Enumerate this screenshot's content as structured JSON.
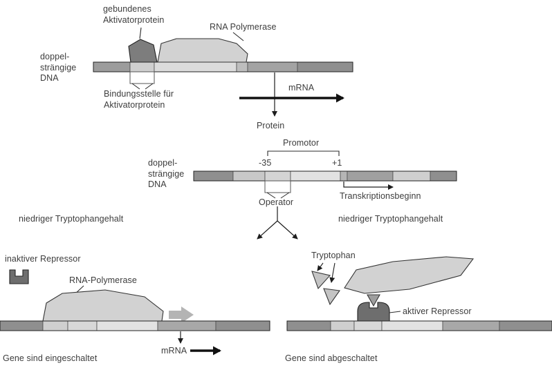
{
  "colors": {
    "dna_dark": "#8f8f8f",
    "dna_medium": "#a8a8a8",
    "dna_light": "#e2e2e2",
    "protein_fill": "#d2d2d2",
    "repressor_fill": "#6e6e6e",
    "arrow_gray": "#b4b4b4",
    "text": "#3c3c3c"
  },
  "top": {
    "activator_label": "gebundenes\nAktivatorprotein",
    "polymerase_label": "RNA Polymerase",
    "dna_label": "doppel-\nsträngige\nDNA",
    "binding_site_label": "Bindungsstelle für\nAktivatorprotein",
    "mrna_label": "mRNA",
    "protein_label": "Protein"
  },
  "middle": {
    "promoter_label": "Promotor",
    "dna_label": "doppel-\nsträngige\nDNA",
    "minus35_label": "-35",
    "plus1_label": "+1",
    "operator_label": "Operator",
    "transcription_start_label": "Transkriptionsbeginn"
  },
  "left_scenario": {
    "condition_label": "niedriger Tryptophangehalt",
    "inactive_repressor_label": "inaktiver Repressor",
    "polymerase_label": "RNA-Polymerase",
    "mrna_label": "mRNA",
    "result_label": "Gene sind eingeschaltet"
  },
  "right_scenario": {
    "condition_label": "niedriger Tryptophangehalt",
    "tryptophan_label": "Tryptophan",
    "active_repressor_label": "aktiver Repressor",
    "result_label": "Gene sind abgeschaltet"
  }
}
